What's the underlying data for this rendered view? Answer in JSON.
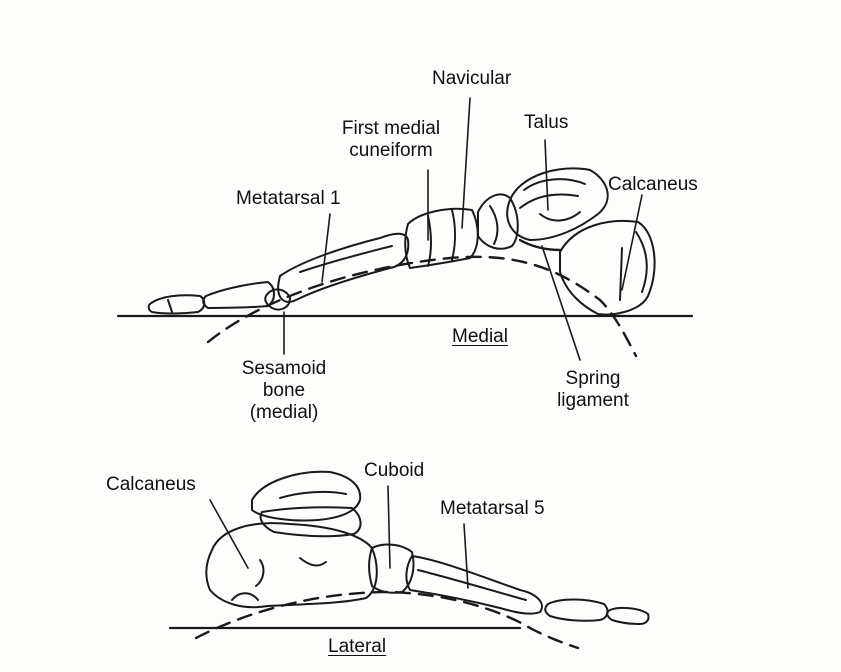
{
  "diagram": {
    "medial_view": {
      "labels": {
        "navicular": "Navicular",
        "first_medial_cuneiform_line1": "First medial",
        "first_medial_cuneiform_line2": "cuneiform",
        "talus": "Talus",
        "calcaneus": "Calcaneus",
        "metatarsal_1": "Metatarsal 1",
        "sesamoid_line1": "Sesamoid",
        "sesamoid_line2": "bone",
        "sesamoid_line3": "(medial)",
        "spring_line1": "Spring",
        "spring_line2": "ligament",
        "view_title": "Medial"
      }
    },
    "lateral_view": {
      "labels": {
        "calcaneus": "Calcaneus",
        "cuboid": "Cuboid",
        "metatarsal_5": "Metatarsal 5",
        "view_title": "Lateral"
      }
    }
  }
}
